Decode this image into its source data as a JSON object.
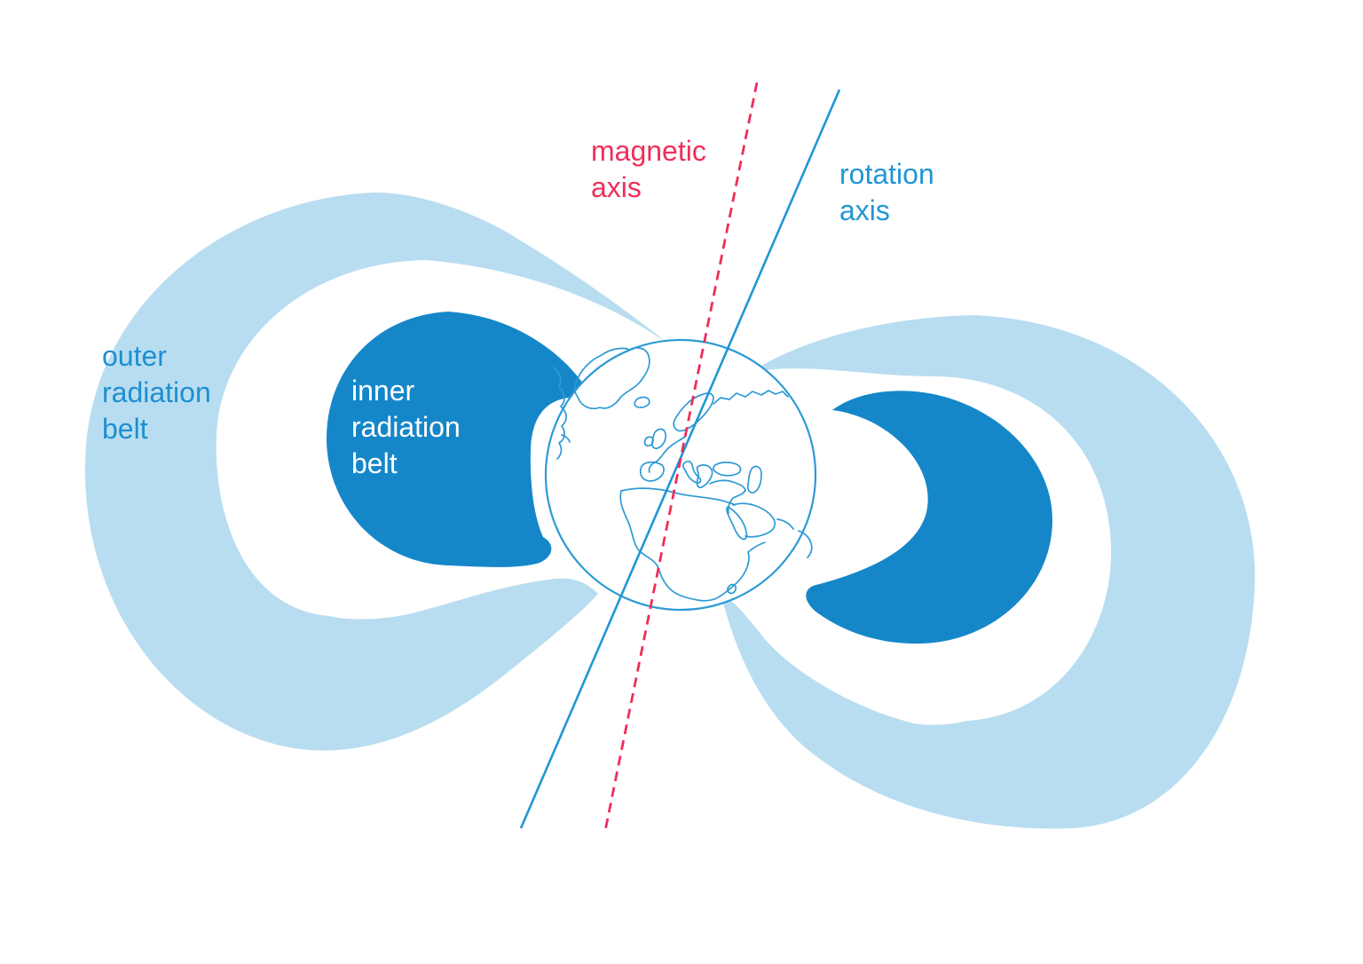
{
  "diagram": {
    "labels": {
      "outer_belt": "outer\nradiation\nbelt",
      "inner_belt": "inner\nradiation\nbelt",
      "magnetic_axis": "magnetic\naxis",
      "rotation_axis": "rotation\naxis"
    },
    "colors": {
      "background": "#ffffff",
      "outer_belt_fill": "#b8ddf1",
      "inner_belt_fill": "#1587c9",
      "outer_belt_label": "#1e8fd0",
      "inner_belt_label": "#ffffff",
      "magnetic_axis_color": "#ee2e5a",
      "rotation_axis_color": "#2196d4",
      "globe_outline": "#2d9ad5"
    }
  }
}
